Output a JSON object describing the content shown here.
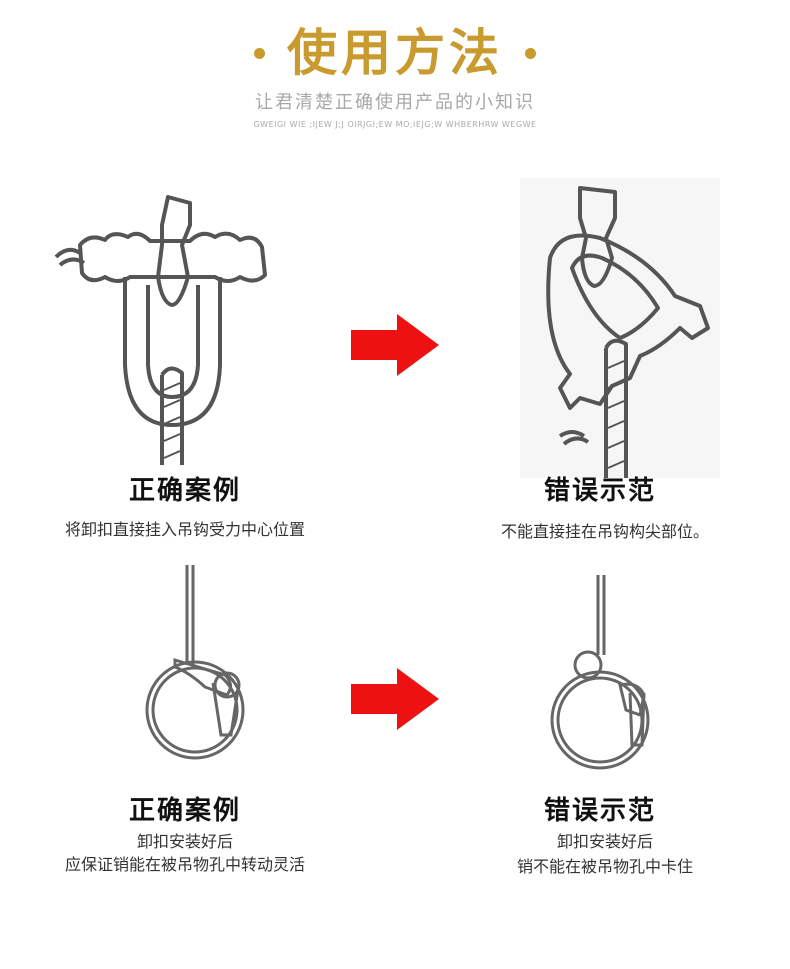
{
  "header": {
    "title": "使用方法",
    "subtitle": "让君清楚正确使用产品的小知识",
    "tiny_text": "GWEIGI WIE ;IJEW J;J OIRJGI;EW  MO;IEJG;W WHBERHRW WEGWE"
  },
  "colors": {
    "accent": "#c99a2e",
    "arrow": "#ee1111",
    "line": "#555555"
  },
  "rows": [
    {
      "correct": {
        "title": "正确案例",
        "desc_lines": [
          "将卸扣直接挂入吊钩受力中心位置"
        ]
      },
      "wrong": {
        "title": "错误示范",
        "desc_lines": [
          "不能直接挂在吊钩构尖部位。"
        ]
      }
    },
    {
      "correct": {
        "title": "正确案例",
        "desc_lines": [
          "卸扣安装好后",
          "应保证销能在被吊物孔中转动灵活"
        ]
      },
      "wrong": {
        "title": "错误示范",
        "desc_lines": [
          "卸扣安装好后",
          "销不能在被吊物孔中卡住"
        ]
      }
    }
  ],
  "icons": [
    "arrow-right-icon"
  ]
}
